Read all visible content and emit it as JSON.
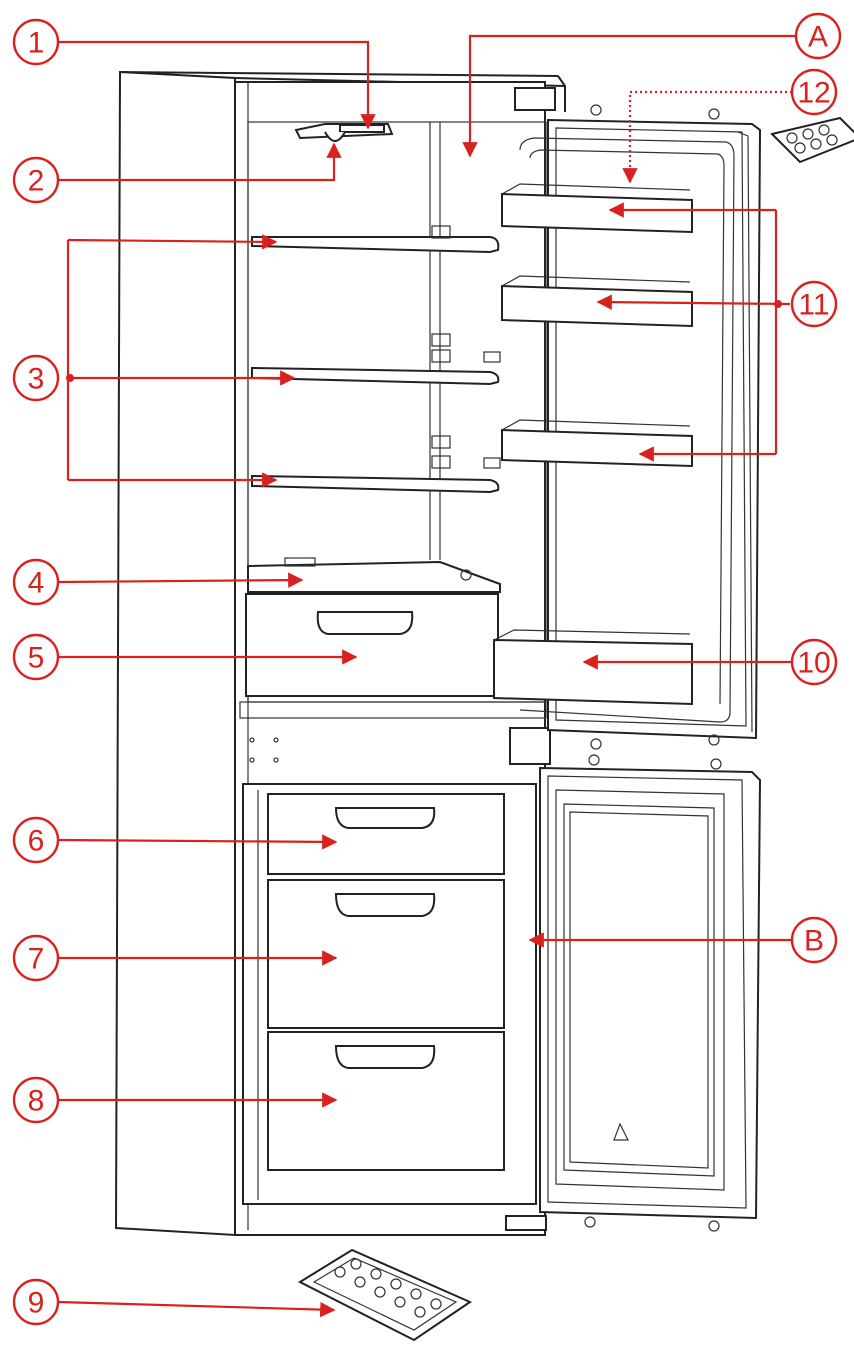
{
  "callouts": {
    "c1": "1",
    "c2": "2",
    "c3": "3",
    "c4": "4",
    "c5": "5",
    "c6": "6",
    "c7": "7",
    "c8": "8",
    "c9": "9",
    "c10": "10",
    "c11": "11",
    "c12": "12",
    "cA": "A",
    "cB": "B"
  },
  "colors": {
    "accent": "#d9221f",
    "outline": "#222222"
  }
}
